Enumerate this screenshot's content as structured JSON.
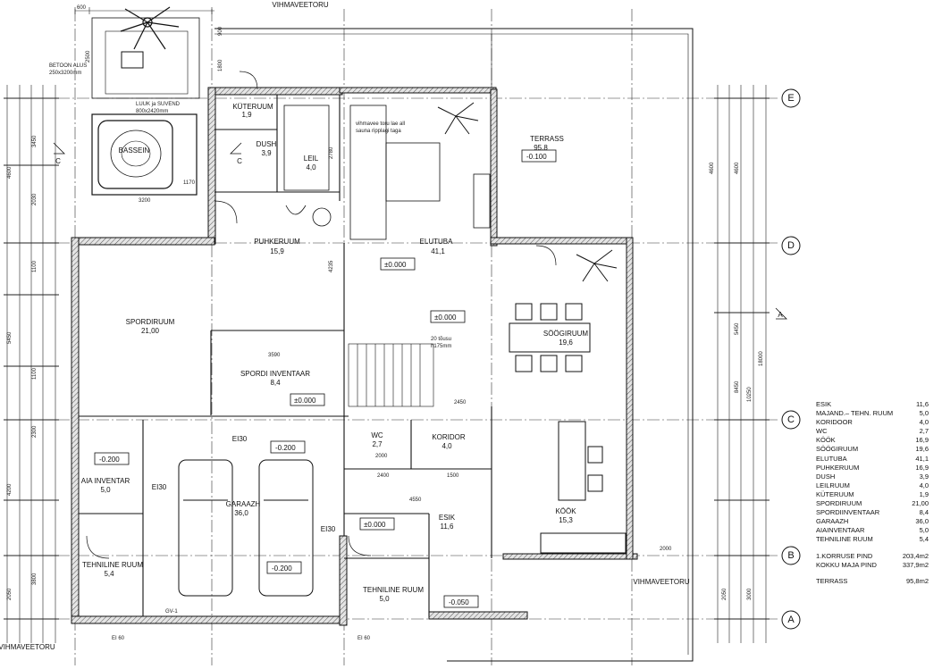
{
  "labels": {
    "downpipe_top": "VIHMAVEETORU",
    "downpipe_bottom": "VIHMAVEETORU",
    "downpipe_left": "VIHMAVEETORU",
    "concrete_base": "BETOON ALUS",
    "concrete_base_size": "250x3200mm",
    "hatch": "LUUK ja SUVEND",
    "hatch_size": "800x2420mm",
    "basin": "BASSEIN",
    "note_line1": "vihmavee toru lae all",
    "note_line2": "sauna ripplagi taga",
    "stairs_line1": "20 tõusu",
    "stairs_line2": "h175mm",
    "ei30_a": "EI30",
    "ei30_b": "EI30",
    "ei30_c": "EI30",
    "ei60_a": "EI 60",
    "ei60_b": "EI 60",
    "cut_c": "C",
    "cut_a": "A",
    "gv": "GV-1"
  },
  "rooms": {
    "kuteruum": {
      "name": "KÜTERUUM",
      "area": "1,9"
    },
    "dush": {
      "name": "DUSH",
      "area": "3,9"
    },
    "leil": {
      "name": "LEIL",
      "area": "4,0"
    },
    "terrass": {
      "name": "TERRASS",
      "area": "95,8"
    },
    "puhkeruum": {
      "name": "PUHKERUUM",
      "area": "15,9"
    },
    "elutuba": {
      "name": "ELUTUBA",
      "area": "41,1"
    },
    "spordiruum": {
      "name": "SPORDIRUUM",
      "area": "21,00"
    },
    "spordi_inventaar": {
      "name": "SPORDI INVENTAAR",
      "area": "8,4"
    },
    "soogiruum": {
      "name": "SÖÖGIRUUM",
      "area": "19,6"
    },
    "wc": {
      "name": "WC",
      "area": "2,7"
    },
    "koridor": {
      "name": "KORIDOR",
      "area": "4,0"
    },
    "aia_inventar": {
      "name": "AIA INVENTAR",
      "area": "5,0"
    },
    "garaazh": {
      "name": "GARAAZH",
      "area": "36,0"
    },
    "esik": {
      "name": "ESIK",
      "area": "11,6"
    },
    "kook": {
      "name": "KÖÖK",
      "area": "15,3"
    },
    "tehniline_left": {
      "name": "TEHNILINE RUUM",
      "area": "5,4"
    },
    "tehniline_mid": {
      "name": "TEHNILINE RUUM",
      "area": "5,0"
    }
  },
  "levels": {
    "terrass": "-0.100",
    "puhke": "±0.000",
    "elutuba": "±0.000",
    "spordi": "±0.000",
    "garage": "-0.200",
    "aia": "-0.200",
    "tehn": "-0.200",
    "esik": "±0.000",
    "out": "-0.050"
  },
  "dims_top": [
    "600",
    "2500",
    "1800",
    "900"
  ],
  "dims_left": [
    "4600",
    "3450",
    "5450",
    "4200",
    "2050",
    "3800",
    "2030",
    "1100",
    "1100",
    "2300"
  ],
  "dims_right": [
    "4600",
    "4600",
    "5450",
    "18000",
    "10250",
    "8450",
    "2050",
    "3000"
  ],
  "dims_inner": [
    "3590",
    "2450",
    "4550",
    "2000",
    "2400",
    "1500",
    "2000",
    "1170",
    "3200",
    "2780",
    "4235"
  ],
  "axes": [
    "E",
    "D",
    "C",
    "B",
    "A"
  ],
  "schedule": [
    {
      "name": "ESIK",
      "area": "11,6"
    },
    {
      "name": "MAJAND.– TEHN. RUUM",
      "area": "5,0"
    },
    {
      "name": "KORIDOOR",
      "area": "4,0"
    },
    {
      "name": "WC",
      "area": "2,7"
    },
    {
      "name": "KÖÖK",
      "area": "16,9"
    },
    {
      "name": "SÖÖGIRUUM",
      "area": "19,6"
    },
    {
      "name": "ELUTUBA",
      "area": "41,1"
    },
    {
      "name": "PUHKERUUM",
      "area": "16,9"
    },
    {
      "name": "DUSH",
      "area": "3,9"
    },
    {
      "name": "LEILRUUM",
      "area": "4,0"
    },
    {
      "name": "KÜTERUUM",
      "area": "1,9"
    },
    {
      "name": "SPORDIRUUM",
      "area": "21,00"
    },
    {
      "name": "SPORDIINVENTAAR",
      "area": "8,4"
    },
    {
      "name": "GARAAZH",
      "area": "36,0"
    },
    {
      "name": "AIAINVENTAAR",
      "area": "5,0"
    },
    {
      "name": "TEHNILINE RUUM",
      "area": "5,4"
    }
  ],
  "totals": [
    {
      "name": "1.KORRUSE PIND",
      "area": "203,4m2"
    },
    {
      "name": "KOKKU MAJA PIND",
      "area": "337,9m2"
    }
  ],
  "terrace_total": {
    "name": "TERRASS",
    "area": "95,8m2"
  },
  "colors": {
    "line": "#111111",
    "wall_fill": "#bdbdbd",
    "paper": "#ffffff"
  }
}
